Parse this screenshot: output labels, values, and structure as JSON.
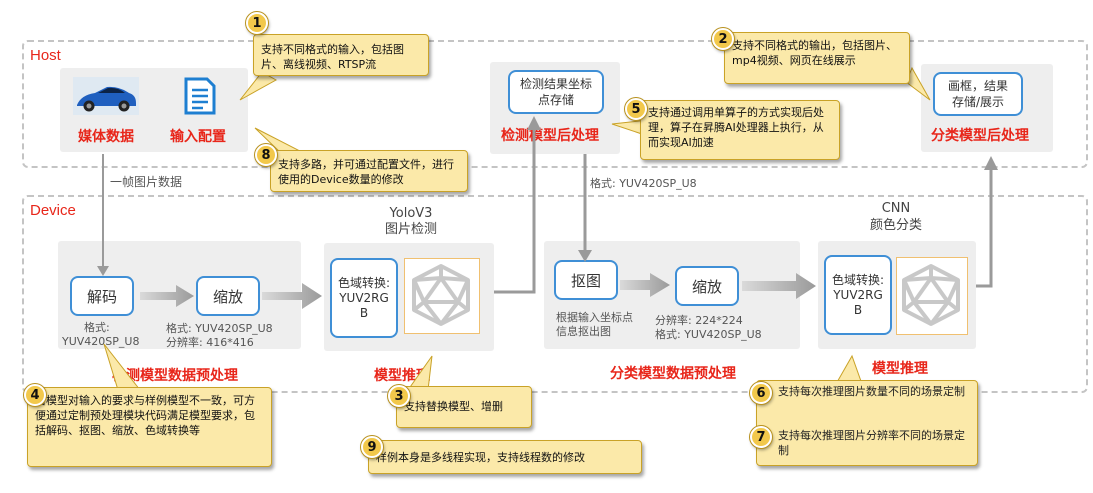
{
  "host": {
    "title": "Host",
    "media_label": "媒体数据",
    "config_label": "输入配置",
    "detect_post_box": "检测结果坐标点存储",
    "detect_post_label": "检测模型后处理",
    "class_post_box": "画框，结果存储/展示",
    "class_post_label": "分类模型后处理"
  },
  "device": {
    "title": "Device",
    "frame_note": "一帧图片数据",
    "decode_box": "解码",
    "decode_fmt": "格式:",
    "decode_fmt2": "YUV420SP_U8",
    "resize_box": "缩放",
    "resize_fmt": "格式: YUV420SP_U8",
    "resize_res": "分辨率: 416*416",
    "preproc_label": "检测模型数据预处理",
    "yolo_title": "YoloV3",
    "yolo_title2": "图片检测",
    "yolo_csc": "色域转换:YUV2RGB",
    "yolo_infer": "模型推理",
    "post_fmt": "格式: YUV420SP_U8",
    "crop_box": "抠图",
    "crop_note": "根据输入坐标点信息抠出图",
    "resize2_box": "缩放",
    "resize2_res": "分辨率: 224*224",
    "resize2_fmt": "格式: YUV420SP_U8",
    "class_preproc_label": "分类模型数据预处理",
    "cnn_title": "CNN",
    "cnn_title2": "颜色分类",
    "cnn_csc": "色域转换:YUV2RGB",
    "cnn_infer": "模型推理"
  },
  "callouts": [
    {
      "num": "1",
      "text": "支持不同格式的输入，包括图片、离线视频、RTSP流"
    },
    {
      "num": "2",
      "text": "支持不同格式的输出，包括图片、mp4视频、网页在线展示"
    },
    {
      "num": "3",
      "text": "支持替换模型、增删"
    },
    {
      "num": "4",
      "text": "若模型对输入的要求与样例模型不一致，可方便通过定制预处理模块代码满足模型要求，包括解码、抠图、缩放、色域转换等"
    },
    {
      "num": "5",
      "text": "支持通过调用单算子的方式实现后处理，算子在昇腾AI处理器上执行，从而实现AI加速"
    },
    {
      "num": "6",
      "text": "支持每次推理图片数量不同的场景定制"
    },
    {
      "num": "7",
      "text": "支持每次推理图片分辨率不同的场景定制"
    },
    {
      "num": "8",
      "text": "支持多路，并可通过配置文件，进行使用的Device数量的修改"
    },
    {
      "num": "9",
      "text": "样例本身是多线程实现，支持线程数的修改"
    }
  ],
  "colors": {
    "accent_red": "#e8261a",
    "box_blue": "#3f8fd6",
    "callout_yellow": "#fbe9a9"
  }
}
